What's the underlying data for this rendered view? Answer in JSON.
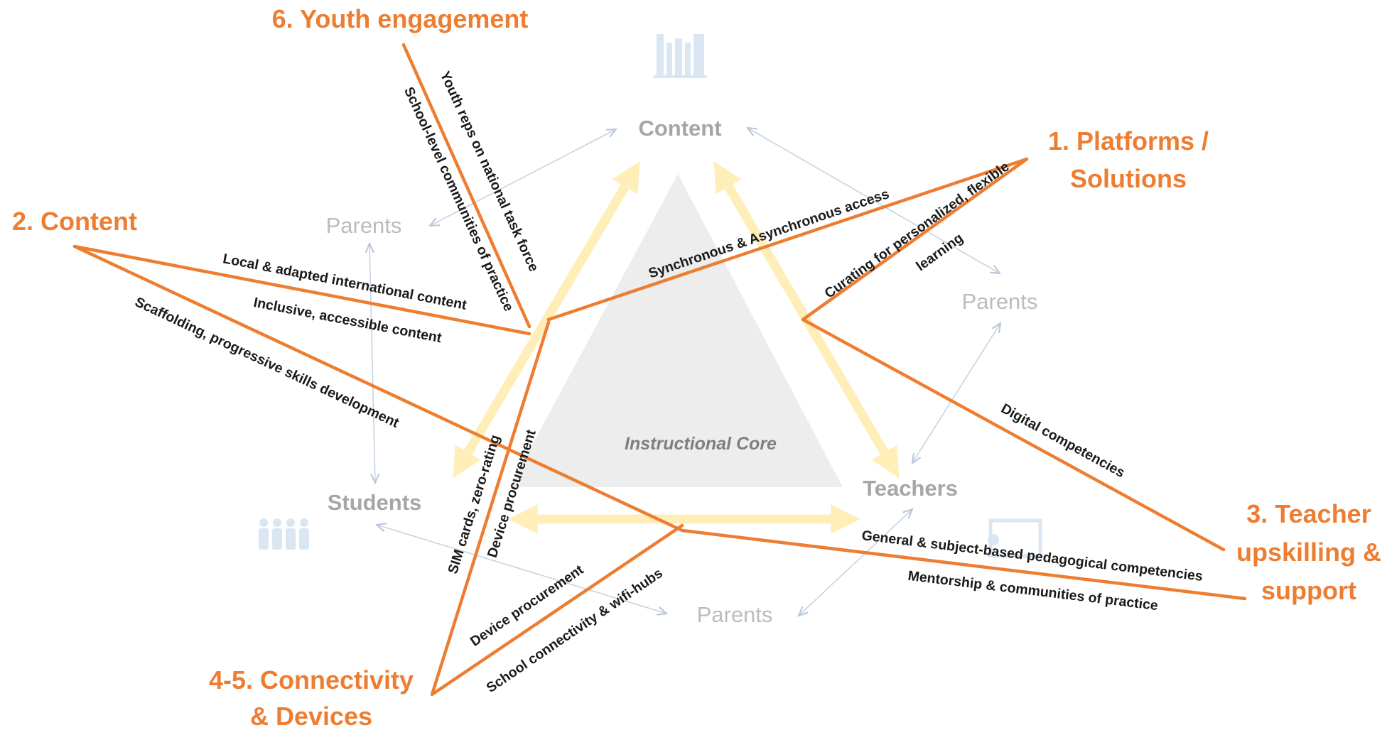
{
  "core": {
    "label": "Instructional Core",
    "content": "Content",
    "students": "Students",
    "teachers": "Teachers"
  },
  "parents": [
    "Parents",
    "Parents",
    "Parents"
  ],
  "pillars": {
    "youth": "6. Youth engagement",
    "platforms_1": "1. Platforms /",
    "platforms_2": "Solutions",
    "content": "2. Content",
    "teacher_1": "3. Teacher",
    "teacher_2": "upskilling &",
    "teacher_3": "support",
    "connectivity_1": "4-5. Connectivity",
    "connectivity_2": "& Devices"
  },
  "labels": {
    "youth_reps": "Youth reps on national task force",
    "school_communities": "School-level communities of practice",
    "sync_access": "Synchronous & Asynchronous access",
    "curating_1": "Curating for personalized, flexible",
    "curating_2": "learning",
    "local_content": "Local & adapted international content",
    "inclusive_content": "Inclusive, accessible content",
    "scaffolding": "Scaffolding, progressive skills development",
    "digital_competencies": "Digital competencies",
    "sim_cards": "SIM cards, zero-rating",
    "device_procurement_a": "Device procurement",
    "device_procurement_b": "Device procurement",
    "school_connectivity": "School connectivity & wifi-hubs",
    "pedagogical": "General & subject-based pedagogical competencies",
    "mentorship": "Mentorship & communities of practice"
  },
  "colors": {
    "accent": "#ed7d31",
    "core_triangle": "#ededed",
    "core_arrows": "#ffeeb8",
    "parent_arrows": "#c8d3e2",
    "faded_icons": "#dbe6f3"
  },
  "icons": [
    "books-icon",
    "students-icon",
    "teacher-board-icon"
  ]
}
